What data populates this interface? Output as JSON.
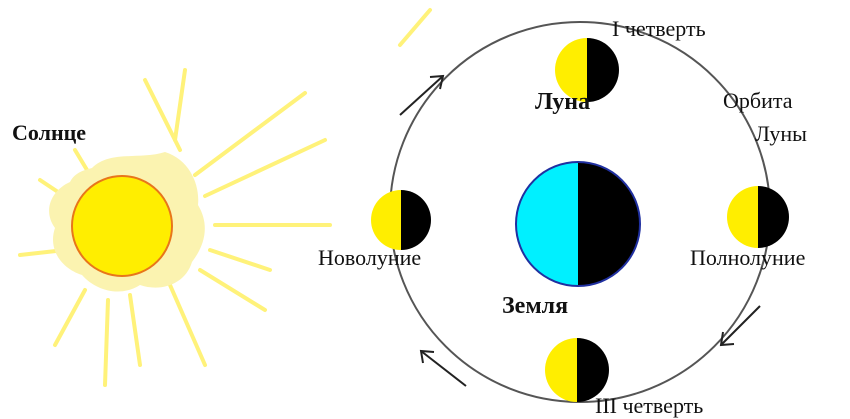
{
  "labels": {
    "sun": "Солнце",
    "moon": "Луна",
    "earth": "Земля",
    "orbit_line1": "Орбита",
    "orbit_line2": "Луны",
    "new_moon": "Новолуние",
    "full_moon": "Полнолуние",
    "first_quarter": "I четверть",
    "third_quarter": "III четверть"
  },
  "colors": {
    "sun_fill": "#ffee00",
    "sun_outline": "#e8761a",
    "sun_halo": "#fbf3b0",
    "sun_rays": "#fff27a",
    "moon_lit": "#ffee00",
    "moon_dark": "#000000",
    "earth_lit": "#00f0ff",
    "earth_dark": "#000000",
    "earth_outline": "#2030a0",
    "orbit": "#555555",
    "arrow": "#222222"
  }
}
